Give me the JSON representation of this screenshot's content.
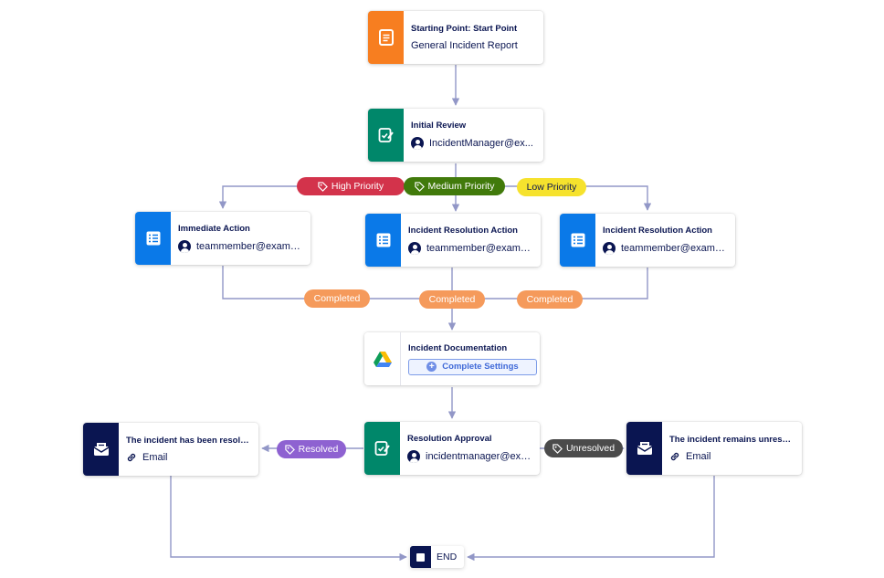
{
  "colors": {
    "form_orange": "#f77e20",
    "approval_green": "#00876a",
    "task_blue": "#0a79e8",
    "email_navy": "#0a1551",
    "wire": "#9297c7",
    "high": "#d3334b",
    "medium": "#417a0b",
    "low": "#f6e22d",
    "completed": "#f59a5b",
    "resolved": "#8e62d1",
    "unresolved": "#4b4b4b"
  },
  "nodes": {
    "start": {
      "title": "Starting Point: Start Point",
      "sub": "General Incident Report",
      "icon": "form-icon"
    },
    "review": {
      "title": "Initial Review",
      "sub": "IncidentManager@ex...",
      "icon": "approval-icon"
    },
    "immediate": {
      "title": "Immediate Action",
      "sub": "teammember@examp...",
      "icon": "task-list-icon"
    },
    "resolution_mid": {
      "title": "Incident Resolution Action",
      "sub": "teammember@examp...",
      "icon": "task-list-icon"
    },
    "resolution_right": {
      "title": "Incident Resolution Action",
      "sub": "teammember@examp...",
      "icon": "task-list-icon"
    },
    "documentation": {
      "title": "Incident Documentation",
      "button": "Complete Settings",
      "icon": "google-drive-icon"
    },
    "approval": {
      "title": "Resolution Approval",
      "sub": "incidentmanager@exa...",
      "icon": "approval-icon"
    },
    "email_resolved": {
      "title": "The incident has been resolv...",
      "sub": "Email",
      "icon": "email-icon"
    },
    "email_unresolved": {
      "title": "The incident remains unresol...",
      "sub": "Email",
      "icon": "email-icon"
    },
    "end": {
      "label": "END"
    }
  },
  "labels": {
    "high": "High Priority",
    "medium": "Medium Priority",
    "low": "Low Priority",
    "completed": "Completed",
    "resolved": "Resolved",
    "unresolved": "Unresolved"
  }
}
